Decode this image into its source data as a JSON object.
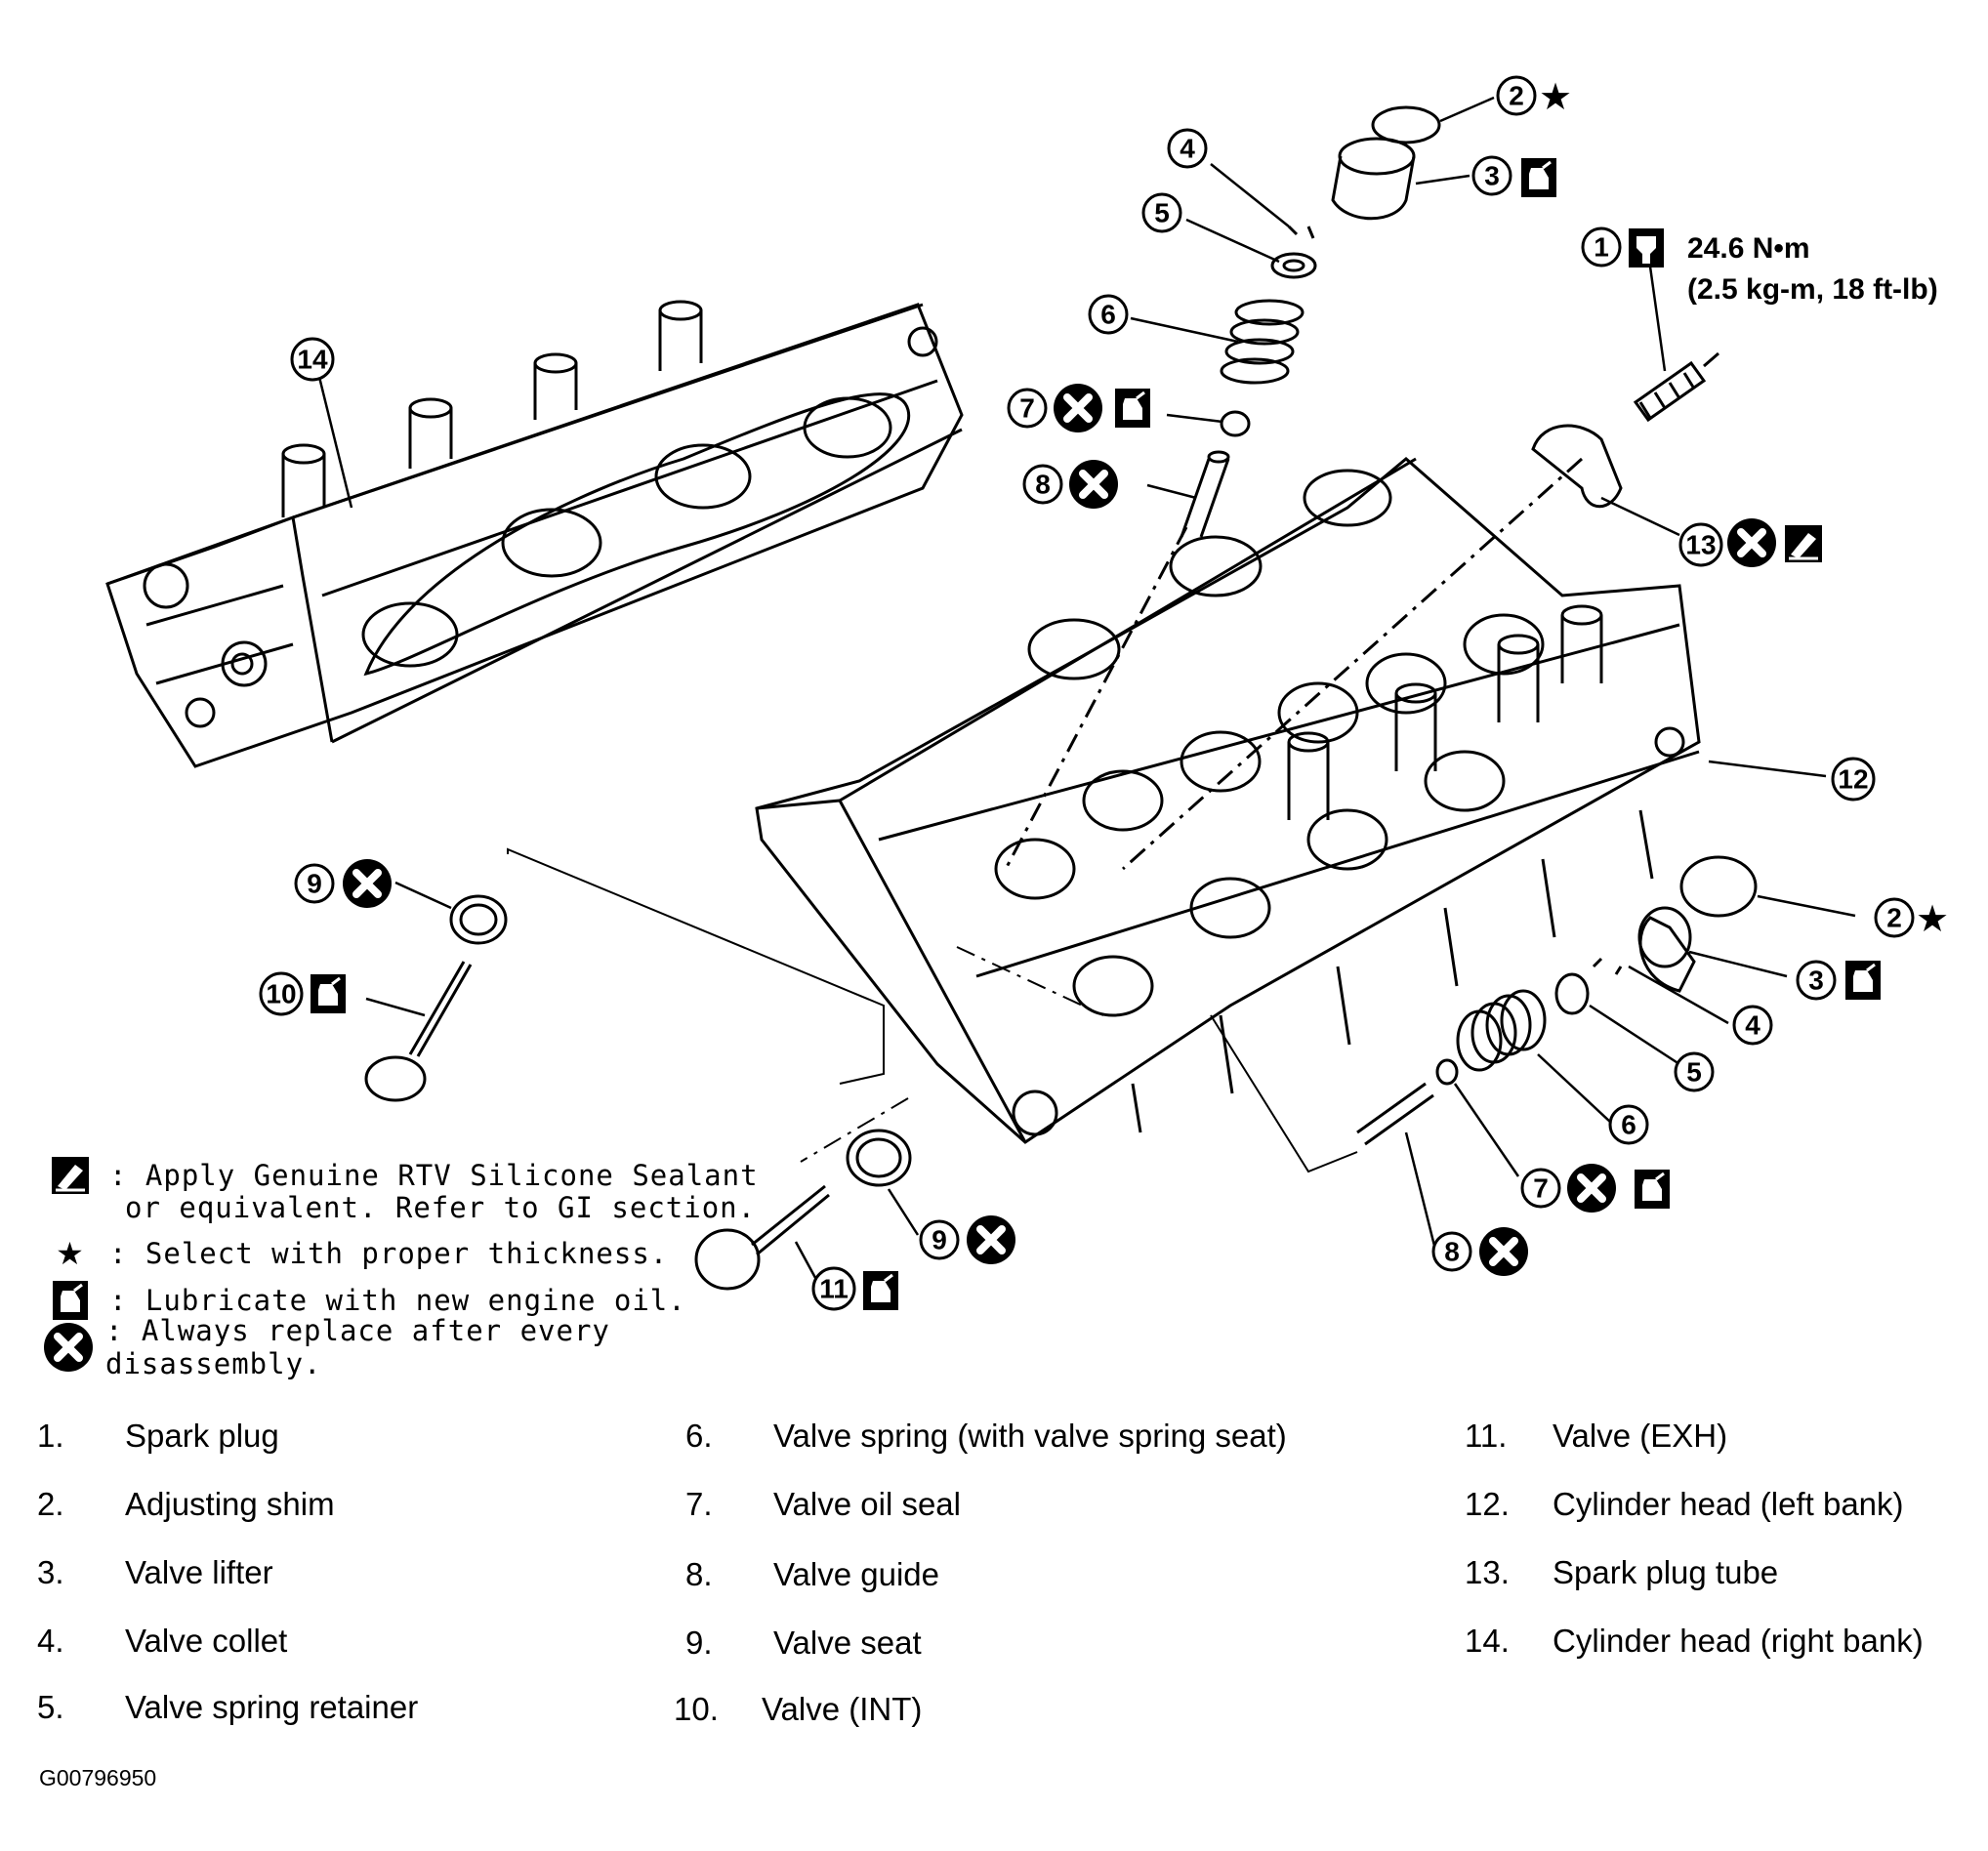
{
  "torque": {
    "callout": "1",
    "value": "24.6 N•m",
    "value_alt": "(2.5 kg-m, 18 ft-lb)"
  },
  "legend": [
    {
      "icon": "sealant-icon",
      "line1": ": Apply Genuine RTV Silicone Sealant",
      "line2": "or equivalent. Refer to GI section."
    },
    {
      "icon": "star-icon",
      "line1": ": Select with proper thickness."
    },
    {
      "icon": "oil-can-icon",
      "line1": ": Lubricate with new engine oil."
    },
    {
      "icon": "replace-icon",
      "line1": ": Always replace after every disassembly."
    }
  ],
  "parts": [
    {
      "num": "1.",
      "name": "Spark plug"
    },
    {
      "num": "2.",
      "name": "Adjusting shim"
    },
    {
      "num": "3.",
      "name": "Valve lifter"
    },
    {
      "num": "4.",
      "name": "Valve collet"
    },
    {
      "num": "5.",
      "name": "Valve spring retainer"
    },
    {
      "num": "6.",
      "name": "Valve spring (with valve spring seat)"
    },
    {
      "num": "7.",
      "name": "Valve oil seal"
    },
    {
      "num": "8.",
      "name": "Valve guide"
    },
    {
      "num": "9.",
      "name": "Valve seat"
    },
    {
      "num": "10.",
      "name": "Valve (INT)"
    },
    {
      "num": "11.",
      "name": "Valve (EXH)"
    },
    {
      "num": "12.",
      "name": "Cylinder head (left bank)"
    },
    {
      "num": "13.",
      "name": "Spark plug tube"
    },
    {
      "num": "14.",
      "name": "Cylinder head (right bank)"
    }
  ],
  "callouts": {
    "c2a": "2",
    "c3a": "3",
    "c4a": "4",
    "c5a": "5",
    "c6a": "6",
    "c7a": "7",
    "c8a": "8",
    "c13": "13",
    "c14": "14",
    "c12": "12",
    "c9a": "9",
    "c10": "10",
    "c2b": "2",
    "c3b": "3",
    "c4b": "4",
    "c5b": "5",
    "c6b": "6",
    "c7b": "7",
    "c8b": "8",
    "c9b": "9",
    "c11": "11"
  },
  "figure_id": "G00796950"
}
